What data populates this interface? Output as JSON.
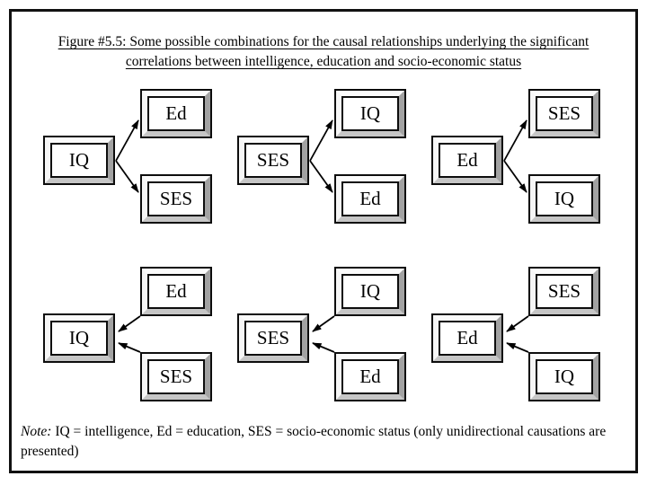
{
  "figure": {
    "title_line1": "Figure #5.5: Some possible combinations for the causal relationships underlying the significant",
    "title_line2": "correlations between intelligence, education and socio-economic status",
    "note_prefix": "Note:",
    "note_text": " IQ = intelligence, Ed = education, SES = socio-economic status (only unidirectional causations are presented)"
  },
  "diagrams": [
    {
      "left": "IQ",
      "top": "Ed",
      "bottom": "SES",
      "direction": "from-left",
      "arrows": [
        [
          "IQ",
          "Ed"
        ],
        [
          "IQ",
          "SES"
        ]
      ]
    },
    {
      "left": "SES",
      "top": "IQ",
      "bottom": "Ed",
      "direction": "from-left",
      "arrows": [
        [
          "SES",
          "IQ"
        ],
        [
          "SES",
          "Ed"
        ]
      ]
    },
    {
      "left": "Ed",
      "top": "SES",
      "bottom": "IQ",
      "direction": "from-left",
      "arrows": [
        [
          "Ed",
          "SES"
        ],
        [
          "Ed",
          "IQ"
        ]
      ]
    },
    {
      "left": "IQ",
      "top": "Ed",
      "bottom": "SES",
      "direction": "to-left",
      "arrows": [
        [
          "Ed",
          "IQ"
        ],
        [
          "SES",
          "IQ"
        ]
      ]
    },
    {
      "left": "SES",
      "top": "IQ",
      "bottom": "Ed",
      "direction": "to-left",
      "arrows": [
        [
          "IQ",
          "SES"
        ],
        [
          "Ed",
          "SES"
        ]
      ]
    },
    {
      "left": "Ed",
      "top": "SES",
      "bottom": "IQ",
      "direction": "to-left",
      "arrows": [
        [
          "SES",
          "Ed"
        ],
        [
          "IQ",
          "Ed"
        ]
      ]
    }
  ],
  "colors": {
    "background": "#ffffff",
    "frame_border": "#111111",
    "box_border": "#0d0d0d",
    "bevel_shadow_right": "#a2a2a2",
    "bevel_shadow_bottom": "#c6c6c6",
    "arrow": "#000000"
  }
}
